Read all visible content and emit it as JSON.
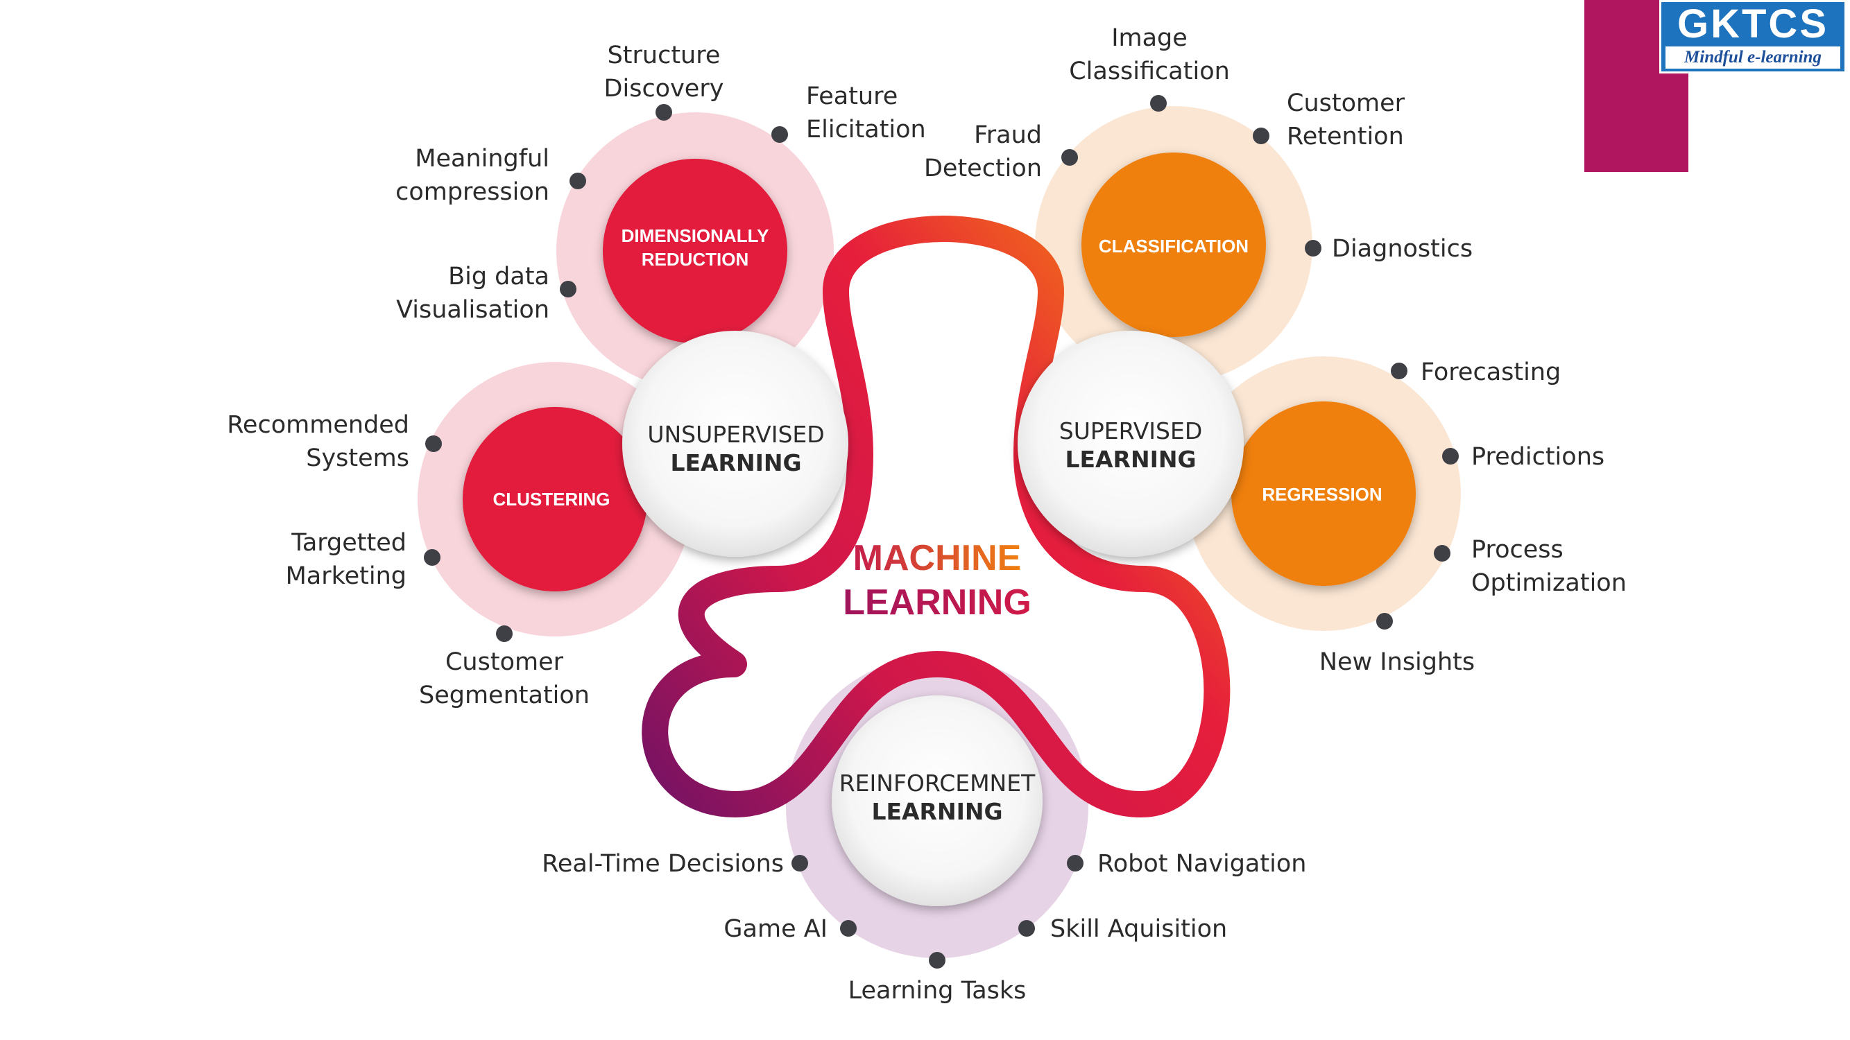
{
  "logo": {
    "brand": "GKTCS",
    "tagline": "Mindful e-learning"
  },
  "center": {
    "line1": "MACHINE",
    "line2": "LEARNING"
  },
  "categories": {
    "unsupervised": {
      "line1": "UNSUPERVISED",
      "line2": "LEARNING"
    },
    "supervised": {
      "line1": "SUPERVISED",
      "line2": "LEARNING"
    },
    "reinforcement": {
      "line1": "REINFORCEMNET",
      "line2": "LEARNING"
    }
  },
  "subcategories": {
    "dimensionality": {
      "line1": "DIMENSIONALLY",
      "line2": "REDUCTION"
    },
    "clustering": {
      "line1": "CLUSTERING"
    },
    "classification": {
      "line1": "CLASSIFICATION"
    },
    "regression": {
      "line1": "REGRESSION"
    }
  },
  "labels": {
    "structure_discovery": [
      "Structure",
      "Discovery"
    ],
    "feature_elicitation": [
      "Feature",
      "Elicitation"
    ],
    "meaningful_compression": [
      "Meaningful",
      "compression"
    ],
    "big_data_visualisation": [
      "Big data",
      "Visualisation"
    ],
    "recommended_systems": [
      "Recommended",
      "Systems"
    ],
    "targetted_marketing": [
      "Targetted",
      "Marketing"
    ],
    "customer_segmentation": [
      "Customer",
      "Segmentation"
    ],
    "image_classification": [
      "Image",
      "Classification"
    ],
    "fraud_detection": [
      "Fraud",
      "Detection"
    ],
    "customer_retention": [
      "Customer",
      "Retention"
    ],
    "diagnostics": [
      "Diagnostics"
    ],
    "forecasting": [
      "Forecasting"
    ],
    "predictions": [
      "Predictions"
    ],
    "process_optimization": [
      "Process",
      "Optimization"
    ],
    "new_insights": [
      "New Insights"
    ],
    "real_time_decisions": [
      "Real-Time Decisions"
    ],
    "robot_navigation": [
      "Robot Navigation"
    ],
    "game_ai": [
      "Game AI"
    ],
    "skill_aquisition": [
      "Skill Aquisition"
    ],
    "learning_tasks": [
      "Learning Tasks"
    ]
  },
  "colors": {
    "red": "#e31b3c",
    "orange": "#f0800f",
    "purple": "#7b1268",
    "pink_halo": "#f8d5db",
    "peach_halo": "#fbe6d3",
    "lilac_halo": "#e6d3e6",
    "brand_magenta": "#b0155f",
    "brand_blue": "#1e73be"
  }
}
